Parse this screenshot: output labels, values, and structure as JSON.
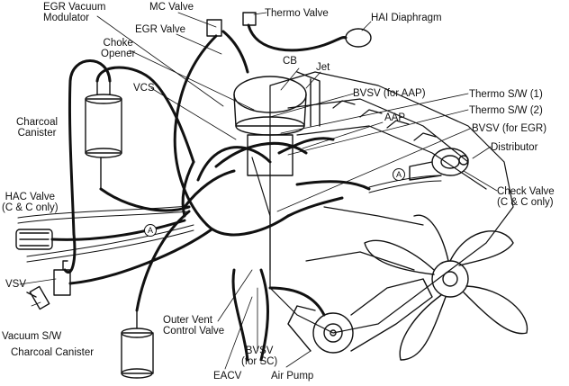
{
  "labels": {
    "egr_vacuum_modulator": "EGR Vacuum\nModulator",
    "mc_valve": "MC Valve",
    "thermo_valve": "Thermo Valve",
    "hai_diaphragm": "HAI Diaphragm",
    "egr_valve": "EGR Valve",
    "choke_opener": "Choke\nOpener",
    "cb": "CB",
    "jet": "Jet",
    "vcs": "VCS",
    "bvsv_aap": "BVSV (for AAP)",
    "thermo_sw_1": "Thermo S/W (1)",
    "thermo_sw_2": "Thermo S/W (2)",
    "aap": "AAP",
    "bvsv_egr": "BVSV (for EGR)",
    "charcoal_canister_top": "Charcoal\nCanister",
    "distributor": "Distributor",
    "hac_valve": "HAC Valve\n(C & C only)",
    "check_valve": "Check Valve\n(C & C only)",
    "vsv": "VSV",
    "vacuum_sw": "Vacuum S/W",
    "charcoal_canister_bottom": "Charcoal Canister",
    "outer_vent_control_valve": "Outer Vent\nControl Valve",
    "bvsv_sc": "BVSV\n(for SC)",
    "eacv": "EACV",
    "air_pump": "Air Pump",
    "marker_a": "A"
  },
  "colors": {
    "ink": "#111111",
    "paper": "#ffffff"
  }
}
